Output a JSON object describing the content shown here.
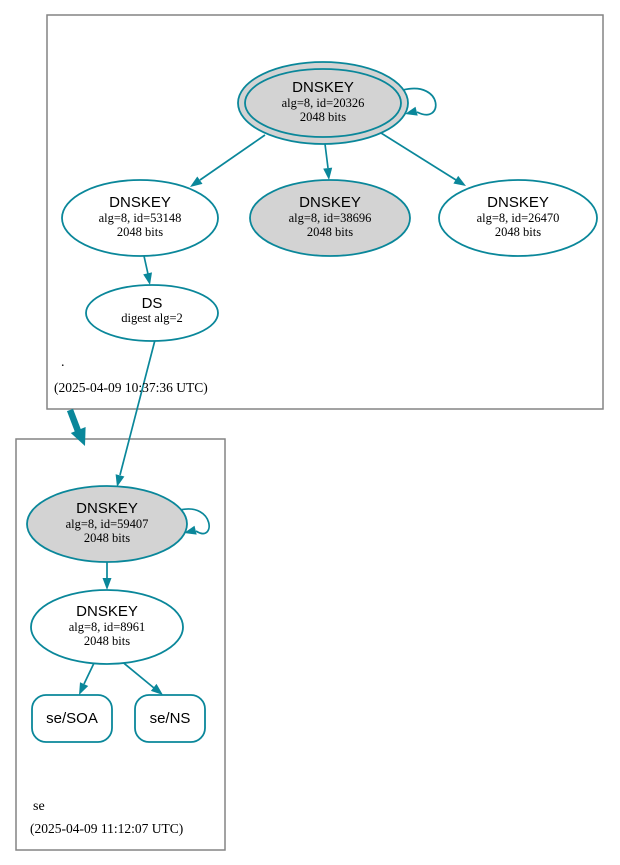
{
  "diagram_type": "dnssec-authentication-chain",
  "colors": {
    "secure_edge": "#0a879a",
    "ksk_fill": "#d3d3d3",
    "node_fill": "#ffffff",
    "zone_box_border": "#848484",
    "text": "#000000"
  },
  "zones": [
    {
      "name": ".",
      "timestamp": "(2025-04-09 10:37:36 UTC)",
      "nodes": [
        {
          "id": "dnskey-20326",
          "title": "DNSKEY",
          "line2": "alg=8, id=20326",
          "line3": "2048 bits",
          "style": "double-ellipse",
          "fill": "gray",
          "self_signed": true
        },
        {
          "id": "dnskey-53148",
          "title": "DNSKEY",
          "line2": "alg=8, id=53148",
          "line3": "2048 bits",
          "style": "ellipse",
          "fill": "white",
          "self_signed": false
        },
        {
          "id": "dnskey-38696",
          "title": "DNSKEY",
          "line2": "alg=8, id=38696",
          "line3": "2048 bits",
          "style": "ellipse",
          "fill": "gray",
          "self_signed": false
        },
        {
          "id": "dnskey-26470",
          "title": "DNSKEY",
          "line2": "alg=8, id=26470",
          "line3": "2048 bits",
          "style": "ellipse",
          "fill": "white",
          "self_signed": false
        },
        {
          "id": "ds-root-se",
          "title": "DS",
          "line2": "digest alg=2",
          "style": "ellipse",
          "fill": "white",
          "self_signed": false
        }
      ]
    },
    {
      "name": "se",
      "timestamp": "(2025-04-09 11:12:07 UTC)",
      "nodes": [
        {
          "id": "dnskey-59407",
          "title": "DNSKEY",
          "line2": "alg=8, id=59407",
          "line3": "2048 bits",
          "style": "ellipse",
          "fill": "gray",
          "self_signed": true
        },
        {
          "id": "dnskey-8961",
          "title": "DNSKEY",
          "line2": "alg=8, id=8961",
          "line3": "2048 bits",
          "style": "ellipse",
          "fill": "white",
          "self_signed": false
        },
        {
          "id": "rrset-se-soa",
          "title": "se/SOA",
          "style": "roundrect",
          "fill": "white"
        },
        {
          "id": "rrset-se-ns",
          "title": "se/NS",
          "style": "roundrect",
          "fill": "white"
        }
      ]
    }
  ],
  "edges": [
    {
      "from": "dnskey-20326",
      "to": "dnskey-20326",
      "type": "self-signature"
    },
    {
      "from": "dnskey-20326",
      "to": "dnskey-53148",
      "type": "signature"
    },
    {
      "from": "dnskey-20326",
      "to": "dnskey-38696",
      "type": "signature"
    },
    {
      "from": "dnskey-20326",
      "to": "dnskey-26470",
      "type": "signature"
    },
    {
      "from": "dnskey-53148",
      "to": "ds-root-se",
      "type": "signature"
    },
    {
      "from": "ds-root-se",
      "to": "dnskey-59407",
      "type": "delegation-digest"
    },
    {
      "from": "zone-.",
      "to": "zone-se",
      "type": "delegation"
    },
    {
      "from": "dnskey-59407",
      "to": "dnskey-59407",
      "type": "self-signature"
    },
    {
      "from": "dnskey-59407",
      "to": "dnskey-8961",
      "type": "signature"
    },
    {
      "from": "dnskey-8961",
      "to": "rrset-se-soa",
      "type": "signature"
    },
    {
      "from": "dnskey-8961",
      "to": "rrset-se-ns",
      "type": "signature"
    }
  ]
}
